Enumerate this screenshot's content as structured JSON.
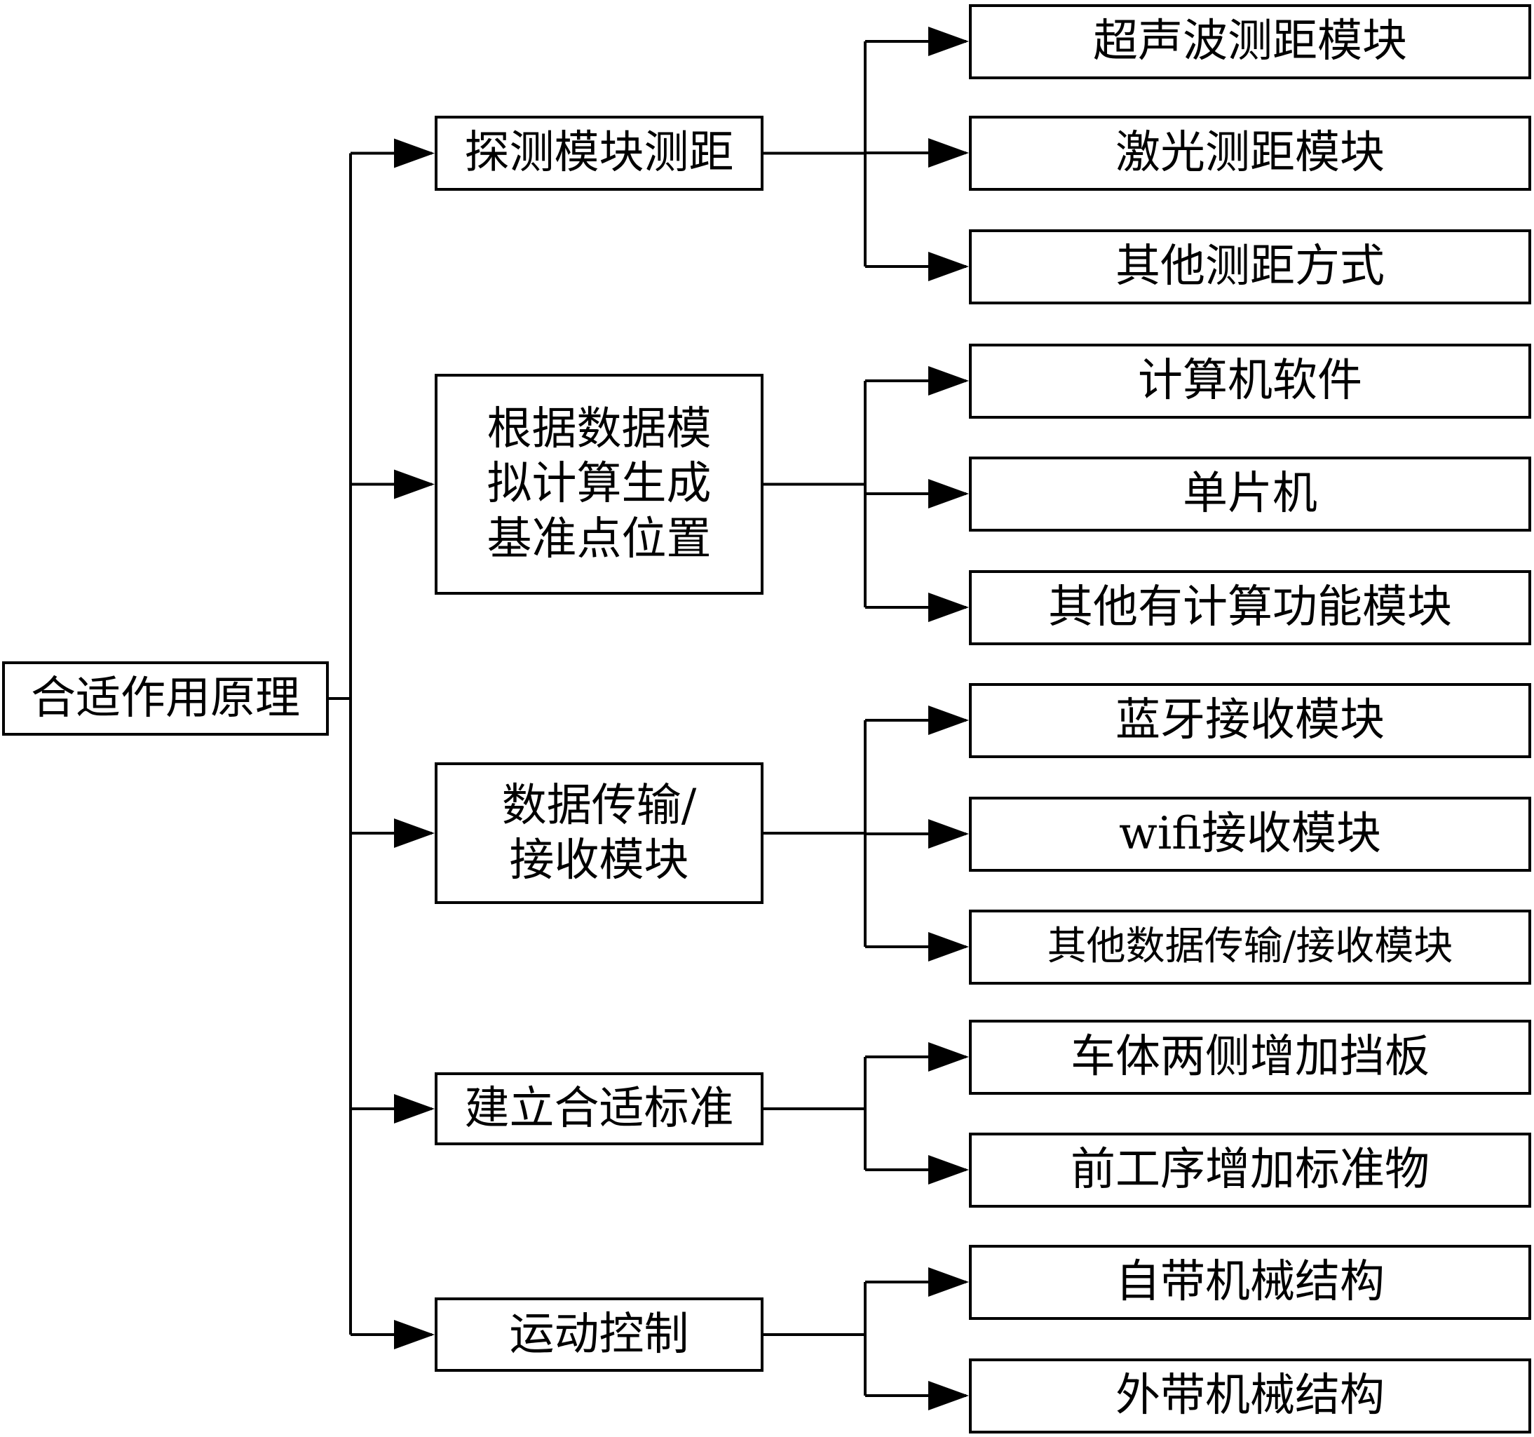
{
  "diagram": {
    "root": {
      "label": "合适作用原理"
    },
    "branches": [
      {
        "label": "探测模块测距",
        "children": [
          "超声波测距模块",
          "激光测距模块",
          "其他测距方式"
        ]
      },
      {
        "label": "根据数据模\n拟计算生成\n基准点位置",
        "children": [
          "计算机软件",
          "单片机",
          "其他有计算功能模块"
        ]
      },
      {
        "label": "数据传输/\n接收模块",
        "children": [
          "蓝牙接收模块",
          "wifi接收模块",
          "其他数据传输/接收模块"
        ]
      },
      {
        "label": "建立合适标准",
        "children": [
          "车体两侧增加挡板",
          "前工序增加标准物"
        ]
      },
      {
        "label": "运动控制",
        "children": [
          "自带机械结构",
          "外带机械结构"
        ]
      }
    ],
    "colors": {
      "stroke": "#000000",
      "background": "#ffffff",
      "text": "#000000"
    }
  }
}
